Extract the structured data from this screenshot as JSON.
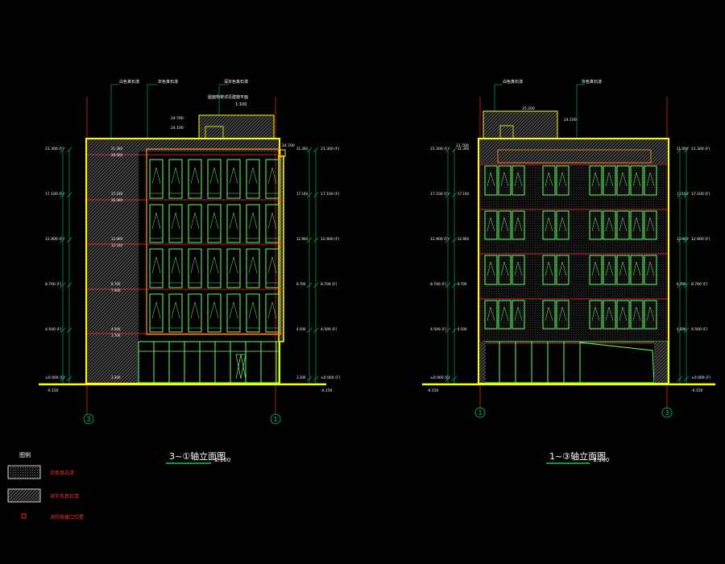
{
  "colors": {
    "background": "#000000",
    "outline": "#ffff00",
    "window": "#66ff66",
    "floor_line": "#ff3030",
    "axis": "#ff2020",
    "dim": "#00cc66",
    "text": "#ffffff",
    "hatch": "#8a8a8a",
    "accent": "#ff2020"
  },
  "elevation_left": {
    "title": "3~①轴立面图",
    "scale": "1:100",
    "axis_start": "3",
    "axis_end": "1",
    "top_labels": [
      "白色真石漆",
      "灰色真石漆",
      "深灰色真石漆"
    ],
    "roof_note": "屋面构架详见建施平面",
    "roof_note_sub": "1:100",
    "left_levels": [
      "21.300 (F)",
      "17.100 (F)",
      "12.900 (F)",
      "8.700 (F)",
      "4.500 (F)",
      "±0.000 (F)"
    ],
    "right_levels": [
      "21.300 (F)",
      "17.100 (F)",
      "12.900 (F)",
      "8.700 (F)",
      "4.500 (F)",
      "±0.000 (F)"
    ],
    "inner_levels": [
      "21.300",
      "17.100",
      "12.900",
      "8.700",
      "4.500",
      "3.300"
    ],
    "inner_levels_b": [
      "20.500",
      "16.300",
      "12.100",
      "7.900",
      "3.700"
    ],
    "ground_left": "-0.150",
    "ground_right": "-0.150",
    "top_level": "24.700",
    "roof_top_level": "24.700",
    "roof_mid_level": "24.100"
  },
  "elevation_right": {
    "title": "1~③轴立面图",
    "scale": "1:100",
    "axis_start": "1",
    "axis_end": "3",
    "top_labels": [
      "白色真石漆",
      "灰色真石漆"
    ],
    "left_levels": [
      "21.300 (F)",
      "17.100 (F)",
      "12.900 (F)",
      "8.700 (F)",
      "4.500 (F)",
      "±0.000 (F)"
    ],
    "right_levels": [
      "21.300 (F)",
      "17.100 (F)",
      "12.900 (F)",
      "8.700 (F)",
      "4.500 (F)",
      "±0.000 (F)"
    ],
    "inner_levels": [
      "21.300",
      "17.100",
      "12.900",
      "8.700",
      "4.500"
    ],
    "ground_left": "-0.150",
    "ground_right": "-0.150",
    "top_level": "21.700",
    "roof_top_level": "25.200",
    "roof_mid_level": "24.100"
  },
  "legend": {
    "title": "图例",
    "items": [
      {
        "label": "白色真石漆"
      },
      {
        "label": "深灰色真石漆"
      },
      {
        "label": "消防救援口位置"
      }
    ]
  }
}
